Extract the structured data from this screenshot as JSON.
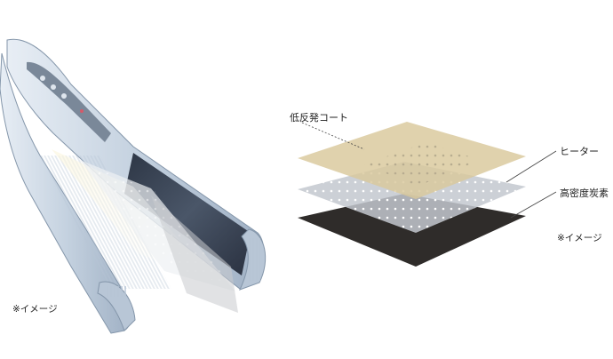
{
  "left_caption": "※イメージ",
  "layers": {
    "coat_label": "低反発コート",
    "heater_label": "ヒーター",
    "carbon_label": "高密度炭素",
    "caption": "※イメージ"
  },
  "colors": {
    "coat": "#d9c89b",
    "heater": "#c3c8cf",
    "carbon": "#2f2c2a",
    "iron_body": "#c9d6e4",
    "iron_plate": "#3a4454"
  }
}
